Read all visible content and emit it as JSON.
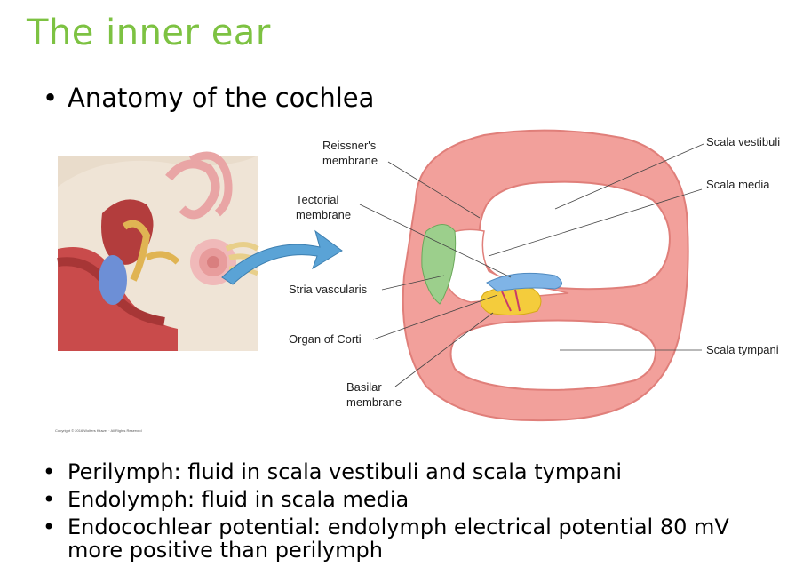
{
  "title": "The inner ear",
  "heading_bullet": "Anatomy of the cochlea",
  "bullets": [
    "Perilymph: fluid in scala vestibuli and scala tympani",
    "Endolymph: fluid in scala media",
    "Endocochlear potential: endolymph electrical potential 80 mV",
    "more positive than perilymph"
  ],
  "bullet_glyph": "•",
  "figure": {
    "labels": {
      "reissners_1": "Reissner's",
      "reissners_2": "membrane",
      "tectorial_1": "Tectorial",
      "tectorial_2": "membrane",
      "stria": "Stria vascularis",
      "organ": "Organ of Corti",
      "basilar_1": "Basilar",
      "basilar_2": "membrane",
      "scala_vestibuli": "Scala vestibuli",
      "scala_media": "Scala media",
      "scala_tympani": "Scala tympani"
    },
    "copyright": "Copyright © 2016 Wolters Kluwer · All Rights Reserved"
  },
  "colors": {
    "title_green": "#7dc242"
  }
}
